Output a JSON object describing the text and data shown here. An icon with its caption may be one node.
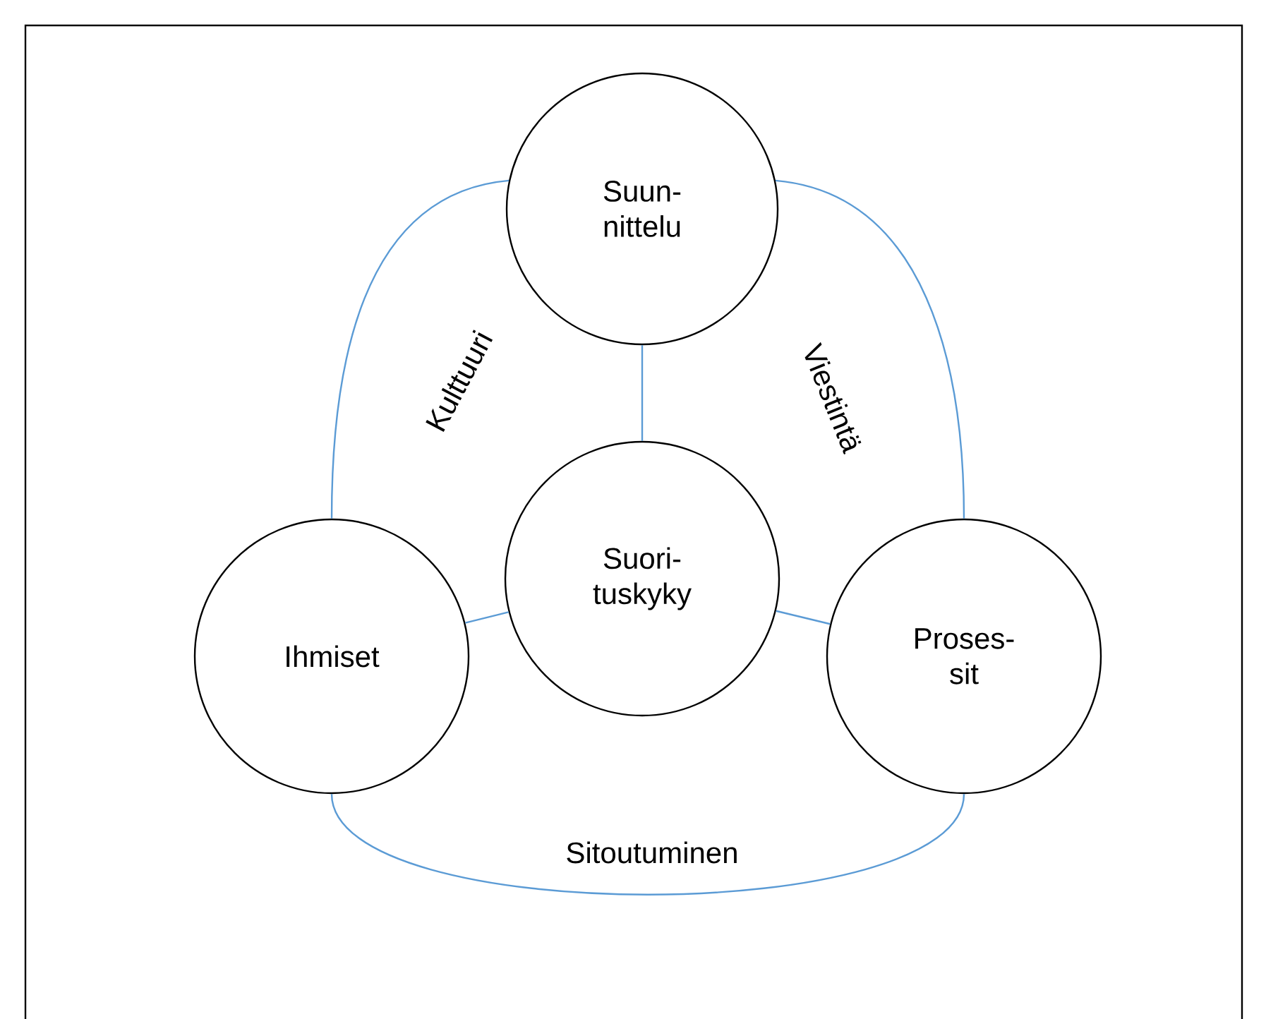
{
  "diagram": {
    "nodes": [
      {
        "text": [
          "Suun- nittelu"
        ]
      },
      {
        "text": [
          "Suori- tuskyky"
        ]
      },
      {
        "text": [
          "Ihmiset"
        ]
      },
      {
        "text": [
          "Proses- sit"
        ]
      }
    ],
    "edges": [
      {
        "from": 0,
        "to": 2,
        "arrow": "none",
        "label": "Kulttuuri"
      },
      {
        "from": 0,
        "to": 3,
        "arrow": "none",
        "label": "Viestintä"
      },
      {
        "from": 0,
        "to": 1,
        "arrow": "none"
      },
      {
        "from": 1,
        "to": 2,
        "arrow": "none"
      },
      {
        "from": 1,
        "to": 3,
        "arrow": "none"
      },
      {
        "from": 2,
        "to": 3,
        "arrow": "none",
        "label": "Sitoutuminen"
      }
    ]
  }
}
